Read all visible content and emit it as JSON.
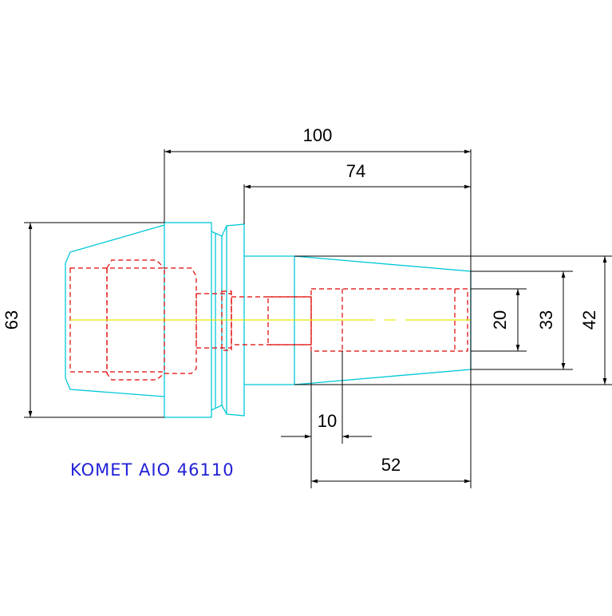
{
  "drawing": {
    "part_label": "KOMET AIO 46110",
    "colors": {
      "outline": "#00c8d8",
      "hidden": "#e00000",
      "centerline": "#e8e800",
      "dimension": "#000000",
      "label": "#1f1fd6"
    },
    "dimensions": {
      "overall_length": "100",
      "shank_length": "74",
      "flange_diameter": "63",
      "bore_diameter": "20",
      "bore_depth_dia": "33",
      "shank_diameter": "42",
      "step_length": "10",
      "bore_length": "52"
    }
  }
}
